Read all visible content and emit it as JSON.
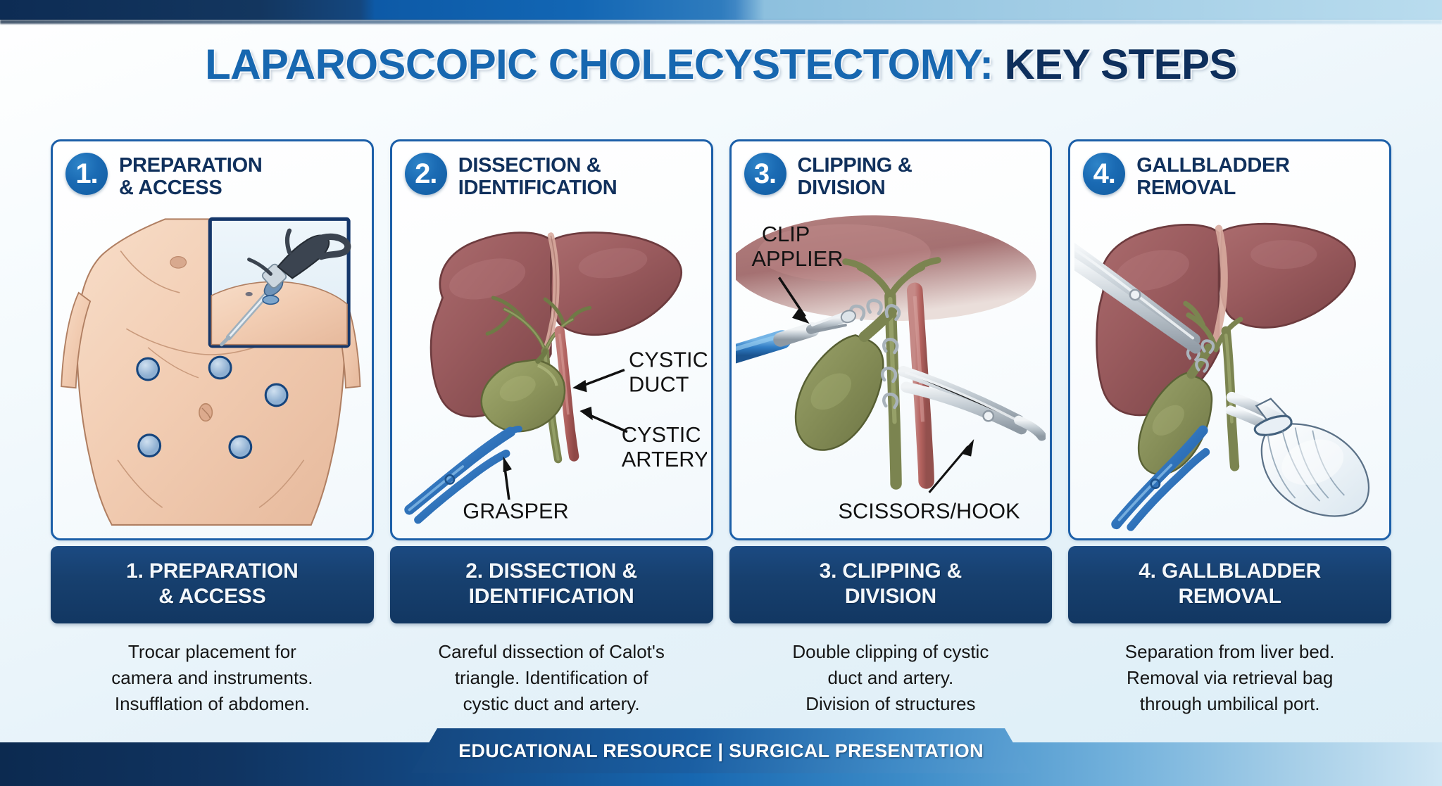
{
  "title": {
    "main": "LAPAROSCOPIC CHOLECYSTECTOMY:",
    "accent": "KEY STEPS"
  },
  "colors": {
    "title_main": "#1767b0",
    "title_accent": "#0e2f5c",
    "card_border": "#1c5fa8",
    "badge_blue": "#1a6ab3",
    "banner_navy": "#17406f",
    "background": "#e6f2f9",
    "liver": "#9c5d60",
    "gallbladder": "#8a9159",
    "artery": "#b4615e",
    "instrument_blue": "#2f6fb5",
    "instrument_steel": "#c3cbd2",
    "skin": "#f0cdb4",
    "port_marker": "#8fb4d8"
  },
  "steps": [
    {
      "number": "1.",
      "heading_line1": "PREPARATION",
      "heading_line2": "& ACCESS",
      "banner_line1": "1. PREPARATION",
      "banner_line2": "& ACCESS",
      "description_line1": "Trocar placement for",
      "description_line2": "camera and instruments.",
      "description_line3": "Insufflation of abdomen.",
      "illustration": "abdomen-trocar-ports",
      "labels": []
    },
    {
      "number": "2.",
      "heading_line1": "DISSECTION &",
      "heading_line2": "IDENTIFICATION",
      "banner_line1": "2. DISSECTION &",
      "banner_line2": "IDENTIFICATION",
      "description_line1": "Careful dissection of Calot's",
      "description_line2": "triangle. Identification of",
      "description_line3": "cystic duct and artery.",
      "illustration": "liver-gallbladder-grasper",
      "labels": [
        {
          "line1": "CYSTIC",
          "line2": "DUCT"
        },
        {
          "line1": "CYSTIC",
          "line2": "ARTERY"
        },
        {
          "line1": "GRASPER",
          "line2": ""
        }
      ]
    },
    {
      "number": "3.",
      "heading_line1": "CLIPPING &",
      "heading_line2": "DIVISION",
      "banner_line1": "3. CLIPPING &",
      "banner_line2": "DIVISION",
      "description_line1": "Double clipping of cystic",
      "description_line2": "duct and artery.",
      "description_line3": "Division of structures",
      "illustration": "clip-applier-scissors",
      "labels": [
        {
          "line1": "CLIP",
          "line2": "APPLIER"
        },
        {
          "line1": "SCISSORS/HOOK",
          "line2": ""
        }
      ]
    },
    {
      "number": "4.",
      "heading_line1": "GALLBLADDER",
      "heading_line2": "REMOVAL",
      "banner_line1": "4. GALLBLADDER",
      "banner_line2": "REMOVAL",
      "description_line1": "Separation from liver bed.",
      "description_line2": "Removal via retrieval bag",
      "description_line3": "through umbilical port.",
      "illustration": "liver-separation-retrieval-bag",
      "labels": []
    }
  ],
  "footer": {
    "text": "EDUCATIONAL RESOURCE | SURGICAL PRESENTATION"
  }
}
